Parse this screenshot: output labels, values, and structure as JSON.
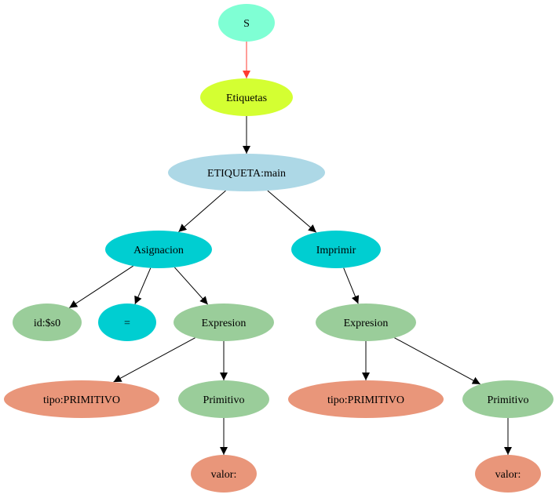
{
  "nodes": {
    "s": {
      "label": "S",
      "color": "#7fffd4"
    },
    "etiquetas": {
      "label": "Etiquetas",
      "color": "#d4ff32"
    },
    "etiqueta_main": {
      "label": "ETIQUETA:main",
      "color": "#add8e6"
    },
    "asignacion": {
      "label": "Asignacion",
      "color": "#00ced1"
    },
    "imprimir": {
      "label": "Imprimir",
      "color": "#00ced1"
    },
    "id_s0": {
      "label": "id:$s0",
      "color": "#9acd9a"
    },
    "igual": {
      "label": "=",
      "color": "#00ced1"
    },
    "expresion_1": {
      "label": "Expresion",
      "color": "#9acd9a"
    },
    "expresion_2": {
      "label": "Expresion",
      "color": "#9acd9a"
    },
    "tipo_1": {
      "label": "tipo:PRIMITIVO",
      "color": "#e9967a"
    },
    "primitivo_1": {
      "label": "Primitivo",
      "color": "#9acd9a"
    },
    "tipo_2": {
      "label": "tipo:PRIMITIVO",
      "color": "#e9967a"
    },
    "primitivo_2": {
      "label": "Primitivo",
      "color": "#9acd9a"
    },
    "valor_1": {
      "label": "valor:",
      "color": "#e9967a"
    },
    "valor_2": {
      "label": "valor:",
      "color": "#e9967a"
    }
  },
  "edges": [
    {
      "from": "s",
      "to": "etiquetas",
      "color": "#ff3b30"
    },
    {
      "from": "etiquetas",
      "to": "etiqueta_main",
      "color": "#000000"
    },
    {
      "from": "etiqueta_main",
      "to": "asignacion",
      "color": "#000000"
    },
    {
      "from": "etiqueta_main",
      "to": "imprimir",
      "color": "#000000"
    },
    {
      "from": "asignacion",
      "to": "id_s0",
      "color": "#000000"
    },
    {
      "from": "asignacion",
      "to": "igual",
      "color": "#000000"
    },
    {
      "from": "asignacion",
      "to": "expresion_1",
      "color": "#000000"
    },
    {
      "from": "imprimir",
      "to": "expresion_2",
      "color": "#000000"
    },
    {
      "from": "expresion_1",
      "to": "tipo_1",
      "color": "#000000"
    },
    {
      "from": "expresion_1",
      "to": "primitivo_1",
      "color": "#000000"
    },
    {
      "from": "expresion_2",
      "to": "tipo_2",
      "color": "#000000"
    },
    {
      "from": "expresion_2",
      "to": "primitivo_2",
      "color": "#000000"
    },
    {
      "from": "primitivo_1",
      "to": "valor_1",
      "color": "#000000"
    },
    {
      "from": "primitivo_2",
      "to": "valor_2",
      "color": "#000000"
    }
  ]
}
